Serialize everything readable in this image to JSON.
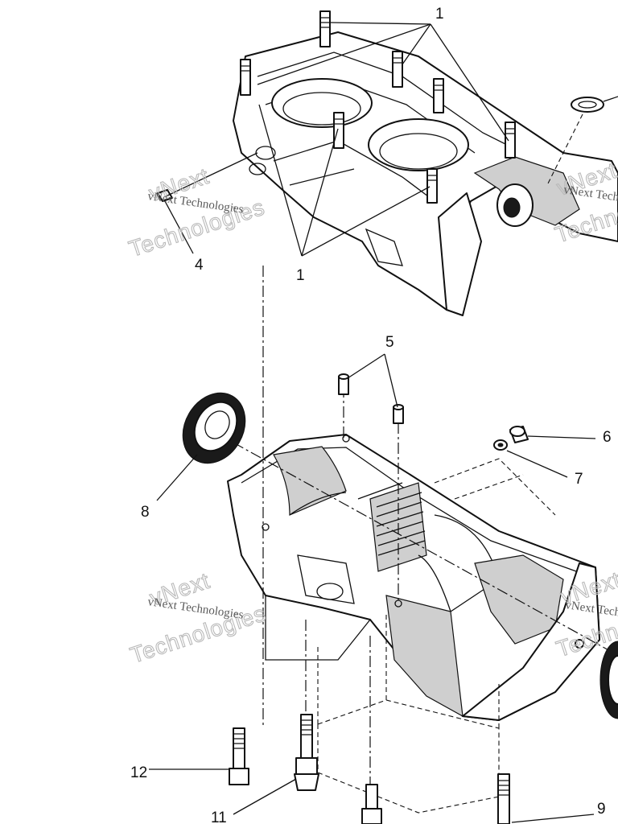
{
  "callouts": {
    "c1_top": "1",
    "c1_bottom": "1",
    "c4": "4",
    "c5": "5",
    "c6": "6",
    "c7": "7",
    "c8": "8",
    "c9": "9",
    "c11": "11",
    "c12": "12"
  },
  "watermark": {
    "company": "vNext Technologies",
    "brand_outline": "vNext",
    "word_outline": "Technologies"
  }
}
